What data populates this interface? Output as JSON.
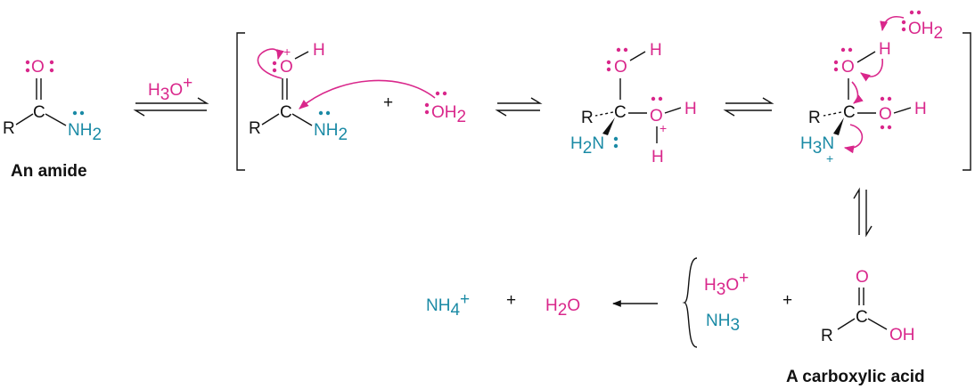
{
  "colors": {
    "mechanism": "#d9278b",
    "nitrogen": "#1a8aa5",
    "bonds": "#111111"
  },
  "labels": {
    "amide_caption": "An amide",
    "acid_caption": "A carboxylic acid",
    "R": "R",
    "O": "O",
    "C": "C",
    "H": "H",
    "N": "N",
    "NH": "NH",
    "OH": "OH",
    "plus": "+",
    "sub2": "2",
    "sub3": "3",
    "sub4": "4",
    "charge_plus": "+"
  }
}
